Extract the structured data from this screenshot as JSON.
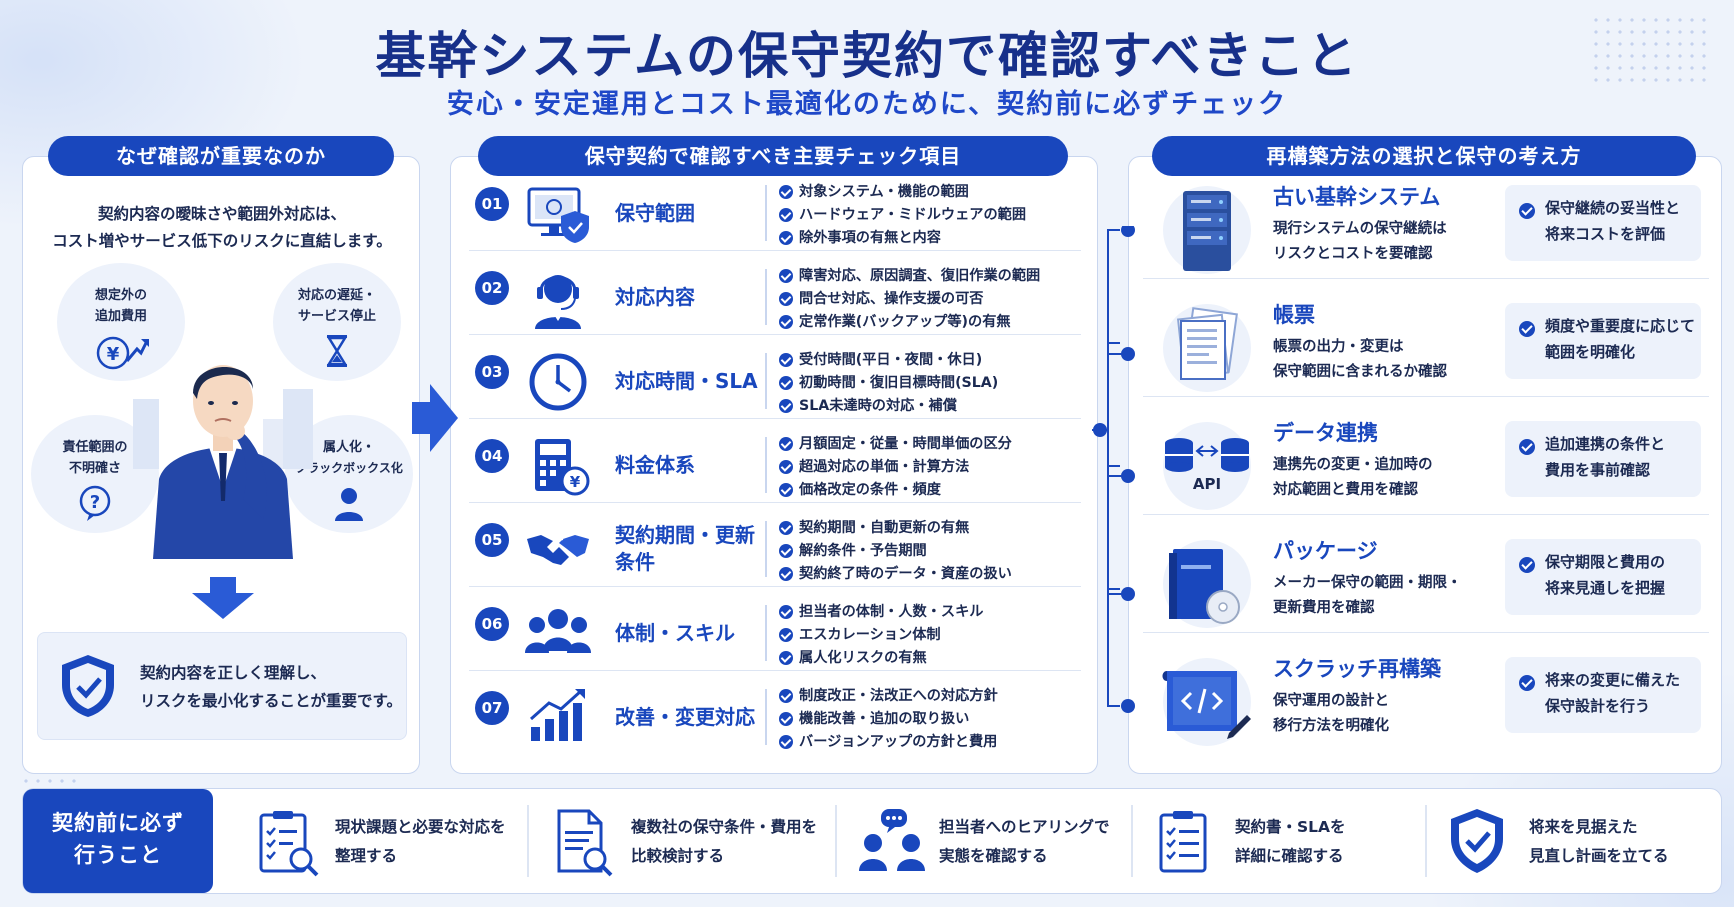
{
  "header": {
    "title": "基幹システムの保守契約で確認すべきこと",
    "subtitle": "安心・安定運用とコスト最適化のために、契約前に必ずチェック"
  },
  "left": {
    "heading": "なぜ確認が重要なのか",
    "intro_line1": "契約内容の曖昧さや範囲外対応は、",
    "intro_line2": "コスト増やサービス低下のリスクに直結します。",
    "risks": [
      {
        "line1": "想定外の",
        "line2": "追加費用",
        "icon": "yen-up-icon"
      },
      {
        "line1": "対応の遅延・",
        "line2": "サービス停止",
        "icon": "hourglass-icon"
      },
      {
        "line1": "責任範囲の",
        "line2": "不明確さ",
        "icon": "question-icon"
      },
      {
        "line1": "属人化・",
        "line2": "ブラックボックス化",
        "icon": "person-icon"
      }
    ],
    "note_line1": "契約内容を正しく理解し、",
    "note_line2": "リスクを最小化することが重要です。"
  },
  "middle": {
    "heading": "保守契約で確認すべき主要チェック項目",
    "rows": [
      {
        "num": "01",
        "title": "保守範囲",
        "icon": "monitor-shield-icon",
        "checks": [
          "対象システム・機能の範囲",
          "ハードウェア・ミドルウェアの範囲",
          "除外事項の有無と内容"
        ]
      },
      {
        "num": "02",
        "title": "対応内容",
        "icon": "support-agent-icon",
        "checks": [
          "障害対応、原因調査、復旧作業の範囲",
          "問合せ対応、操作支援の可否",
          "定常作業(バックアップ等)の有無"
        ]
      },
      {
        "num": "03",
        "title": "対応時間・SLA",
        "icon": "clock-icon",
        "checks": [
          "受付時間(平日・夜間・休日)",
          "初動時間・復旧目標時間(SLA)",
          "SLA未達時の対応・補償"
        ]
      },
      {
        "num": "04",
        "title": "料金体系",
        "icon": "calculator-yen-icon",
        "checks": [
          "月額固定・従量・時間単価の区分",
          "超過対応の単価・計算方法",
          "価格改定の条件・頻度"
        ]
      },
      {
        "num": "05",
        "title": "契約期間・更新条件",
        "icon": "handshake-icon",
        "checks": [
          "契約期間・自動更新の有無",
          "解約条件・予告期間",
          "契約終了時のデータ・資産の扱い"
        ]
      },
      {
        "num": "06",
        "title": "体制・スキル",
        "icon": "team-icon",
        "checks": [
          "担当者の体制・人数・スキル",
          "エスカレーション体制",
          "属人化リスクの有無"
        ]
      },
      {
        "num": "07",
        "title": "改善・変更対応",
        "icon": "growth-chart-icon",
        "checks": [
          "制度改正・法改正への対応方針",
          "機能改善・追加の取り扱い",
          "バージョンアップの方針と費用"
        ]
      }
    ]
  },
  "right": {
    "heading": "再構築方法の選択と保守の考え方",
    "api_label": "API",
    "rows": [
      {
        "title": "古い基幹システム",
        "desc1": "現行システムの保守継続は",
        "desc2": "リスクとコストを要確認",
        "box1": "保守継続の妥当性と",
        "box2": "将来コストを評価",
        "icon": "server-icon"
      },
      {
        "title": "帳票",
        "desc1": "帳票の出力・変更は",
        "desc2": "保守範囲に含まれるか確認",
        "box1": "頻度や重要度に応じて",
        "box2": "範囲を明確化",
        "icon": "documents-icon"
      },
      {
        "title": "データ連携",
        "desc1": "連携先の変更・追加時の",
        "desc2": "対応範囲と費用を確認",
        "box1": "追加連携の条件と",
        "box2": "費用を事前確認",
        "icon": "api-database-icon"
      },
      {
        "title": "パッケージ",
        "desc1": "メーカー保守の範囲・期限・",
        "desc2": "更新費用を確認",
        "box1": "保守期限と費用の",
        "box2": "将来見通しを把握",
        "icon": "package-disc-icon"
      },
      {
        "title": "スクラッチ再構築",
        "desc1": "保守運用の設計と",
        "desc2": "移行方法を明確化",
        "box1": "将来の変更に備えた",
        "box2": "保守設計を行う",
        "icon": "code-blueprint-icon"
      }
    ]
  },
  "bottom": {
    "heading_line1": "契約前に必ず",
    "heading_line2": "行うこと",
    "items": [
      {
        "line1": "現状課題と必要な対応を",
        "line2": "整理する",
        "icon": "clipboard-search-icon"
      },
      {
        "line1": "複数社の保守条件・費用を",
        "line2": "比較検討する",
        "icon": "document-search-icon"
      },
      {
        "line1": "担当者へのヒアリングで",
        "line2": "実態を確認する",
        "icon": "chat-people-icon"
      },
      {
        "line1": "契約書・SLAを",
        "line2": "詳細に確認する",
        "icon": "checklist-icon"
      },
      {
        "line1": "将来を見据えた",
        "line2": "見直し計画を立てる",
        "icon": "shield-check-icon"
      }
    ]
  },
  "colors": {
    "primary": "#1947bd",
    "title": "#17308a",
    "panel_bg": "#ffffff",
    "tint": "#edf2fb"
  }
}
